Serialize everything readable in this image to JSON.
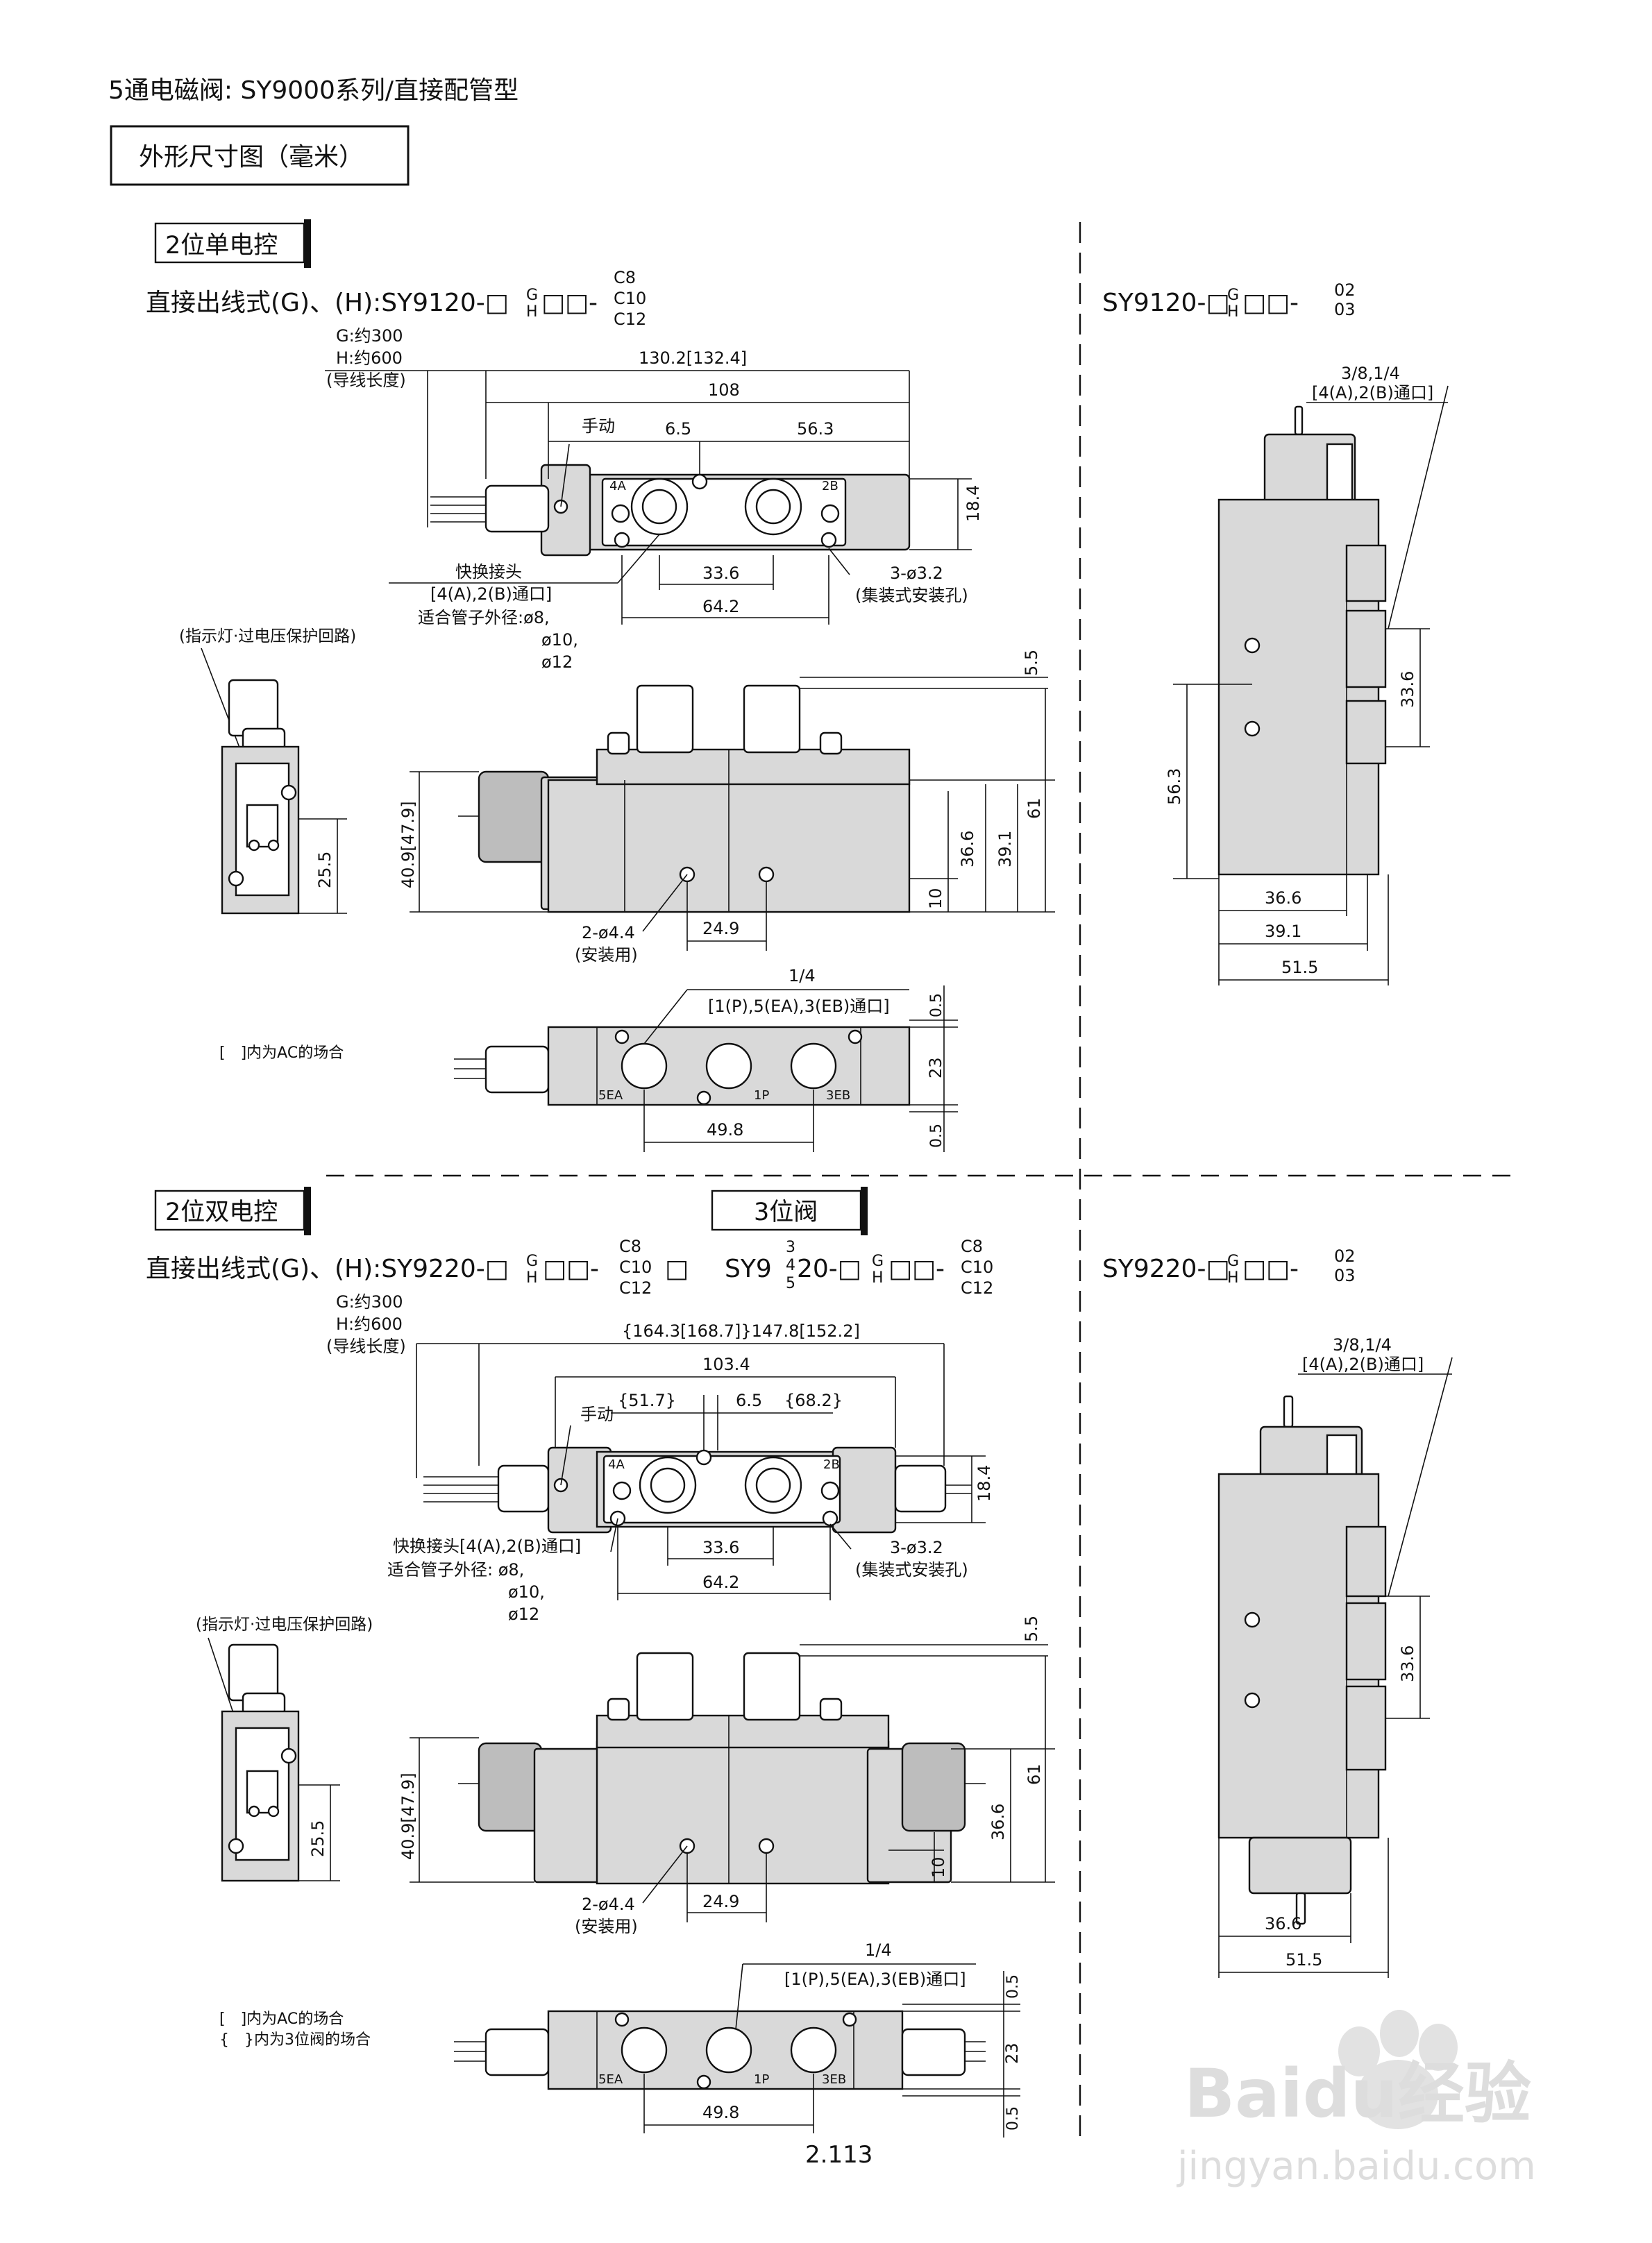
{
  "header": {
    "title": "5通电磁阀: SY9000系列/直接配管型",
    "section_box": "外形尺寸图（毫米）"
  },
  "single": {
    "tab": "2位单电控",
    "model_main": "直接出线式(G)、(H):SY9120-□",
    "model_gh": [
      "G",
      "H"
    ],
    "model_sq": "□□-",
    "model_opts": [
      "C8",
      "C10",
      "C12"
    ],
    "lead": [
      "G:约300",
      "H:约600",
      "(导线长度)"
    ],
    "dims": {
      "overall": "130.2[132.4]",
      "d108": "108",
      "manual": "手动",
      "d6_5": "6.5",
      "d56_3": "56.3",
      "d18_4": "18.4",
      "d33_6": "33.6",
      "d64_2": "64.2",
      "fitting": [
        "快换接头",
        "[4(A),2(B)通口]",
        "适合管子外径:ø8,",
        "ø10,",
        "ø12"
      ],
      "holes3": [
        "3-ø3.2",
        "(集装式安装孔)"
      ],
      "indicator": "(指示灯·过电压保护回路)",
      "d5_5": "5.5",
      "d61": "61",
      "d39_1": "39.1",
      "d36_6": "36.6",
      "d10": "10",
      "d40_9": "40.9[47.9]",
      "d25_5": "25.5",
      "holes2": [
        "2-ø4.4",
        "(安装用)"
      ],
      "d24_9": "24.9",
      "port14": "1/4",
      "port_label": "[1(P),5(EA),3(EB)通口]",
      "d0_5a": "0.5",
      "d23": "23",
      "d0_5b": "0.5",
      "d49_8": "49.8",
      "p5ea": "5EA",
      "p1p": "1P",
      "p3eb": "3EB",
      "p4a": "4A",
      "p2b": "2B",
      "note_ac": "[　]内为AC的场合"
    }
  },
  "single_right": {
    "model_main": "SY9120-□",
    "model_gh": [
      "G",
      "H"
    ],
    "model_sq": "□□-",
    "model_opts": [
      "02",
      "03"
    ],
    "port": "3/8,1/4",
    "port_label": "[4(A),2(B)通口]",
    "d33_6": "33.6",
    "d56_3": "56.3",
    "d36_6": "36.6",
    "d39_1": "39.1",
    "d51_5": "51.5"
  },
  "double": {
    "tab": "2位双电控",
    "tab3": "3位阀",
    "model_main": "直接出线式(G)、(H):SY9220-□",
    "model_gh": [
      "G",
      "H"
    ],
    "model_sq": "□□-",
    "model_opts": [
      "C8",
      "C10",
      "C12"
    ],
    "model_box": "□",
    "model3_pre": "SY9",
    "model3_digits": [
      "3",
      "4",
      "5"
    ],
    "model3_post": "20-□",
    "model3_opts": [
      "C8",
      "C10",
      "C12"
    ],
    "lead": [
      "G:约300",
      "H:约600",
      "(导线长度)"
    ],
    "dims": {
      "overall": "{164.3[168.7]}147.8[152.2]",
      "d103_4": "103.4",
      "d51_7": "{51.7}",
      "d6_5": "6.5",
      "d68_2": "{68.2}",
      "manual": "手动",
      "d18_4": "18.4",
      "d33_6": "33.6",
      "d64_2": "64.2",
      "fitting": [
        "快换接头[4(A),2(B)通口]",
        "适合管子外径: ø8,",
        "ø10,",
        "ø12"
      ],
      "holes3": [
        "3-ø3.2",
        "(集装式安装孔)"
      ],
      "indicator": "(指示灯·过电压保护回路)",
      "d5_5": "5.5",
      "d61": "61",
      "d36_6": "36.6",
      "d10": "10",
      "d40_9": "40.9[47.9]",
      "d25_5": "25.5",
      "holes2": [
        "2-ø4.4",
        "(安装用)"
      ],
      "d24_9": "24.9",
      "port14": "1/4",
      "port_label": "[1(P),5(EA),3(EB)通口]",
      "d0_5a": "0.5",
      "d23": "23",
      "d0_5b": "0.5",
      "d49_8": "49.8",
      "p5ea": "5EA",
      "p1p": "1P",
      "p3eb": "3EB",
      "p4a": "4A",
      "p2b": "2B",
      "note_ac": "[　]内为AC的场合",
      "note_3pos": "{　}内为3位阀的场合"
    }
  },
  "double_right": {
    "model_main": "SY9220-□",
    "model_gh": [
      "G",
      "H"
    ],
    "model_sq": "□□-",
    "model_opts": [
      "02",
      "03"
    ],
    "port": "3/8,1/4",
    "port_label": "[4(A),2(B)通口]",
    "d33_6": "33.6",
    "d36_6": "36.6",
    "d51_5": "51.5"
  },
  "footer": {
    "page_number": "2.113",
    "watermark_text": "Baidu经验",
    "watermark_url": "jingyan.baidu.com"
  }
}
